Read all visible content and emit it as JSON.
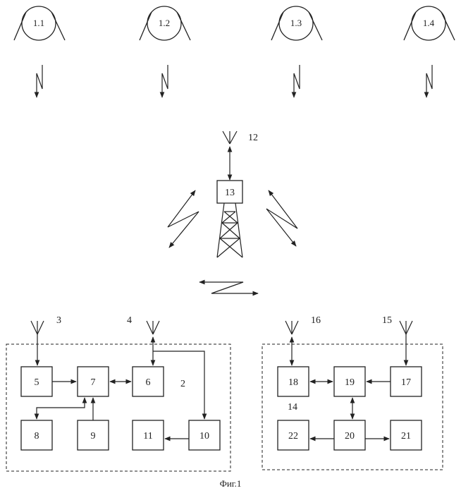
{
  "satellites": [
    {
      "label": "1.1"
    },
    {
      "label": "1.2"
    },
    {
      "label": "1.3"
    },
    {
      "label": "1.4"
    }
  ],
  "tower": {
    "block_label": "13",
    "antenna_label": "12"
  },
  "left_group": {
    "blocks": {
      "b5": "5",
      "b7": "7",
      "b6": "6",
      "b8": "8",
      "b9": "9",
      "b11": "11",
      "b10": "10"
    },
    "antenna_labels": {
      "a3": "3",
      "a4": "4"
    },
    "group_label": "2"
  },
  "right_group": {
    "blocks": {
      "b18": "18",
      "b19": "19",
      "b17": "17",
      "b22": "22",
      "b20": "20",
      "b21": "21"
    },
    "antenna_labels": {
      "a16": "16",
      "a15": "15"
    },
    "group_label": "14"
  },
  "caption": "Фиг.1"
}
